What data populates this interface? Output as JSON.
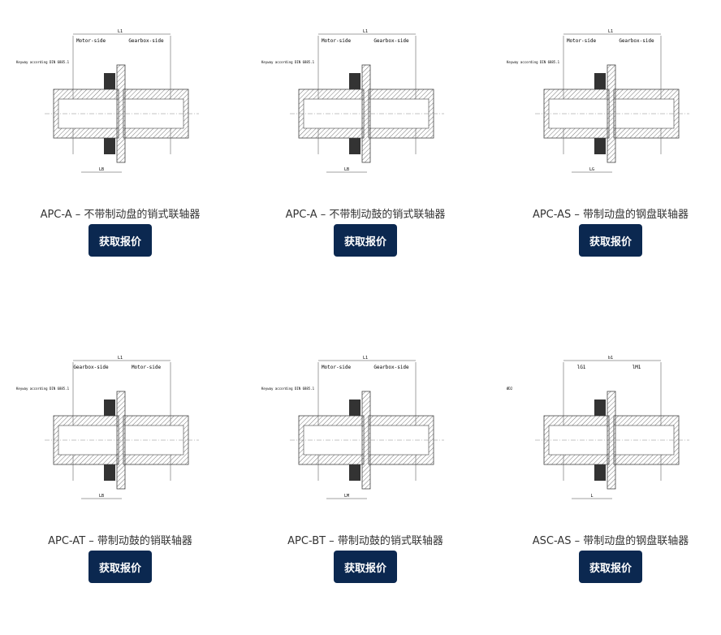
{
  "colors": {
    "button_bg": "#0b2850",
    "button_text": "#ffffff",
    "caption": "#333333"
  },
  "products": [
    {
      "title": "APC-A – 不带制动盘的销式联轴器",
      "button": "获取报价",
      "labels": {
        "left": "Motor-side",
        "right": "Gearbox-side",
        "top": "L1",
        "bottom": "LB",
        "key": "Keyway according DIN 6885.1"
      }
    },
    {
      "title": "APC-A – 不带制动鼓的销式联轴器",
      "button": "获取报价",
      "labels": {
        "left": "Motor-side",
        "right": "Gearbox-side",
        "top": "L1",
        "bottom": "LB",
        "key": "Keyway according DIN 6885.1"
      }
    },
    {
      "title": "APC-AS – 带制动盘的钢盘联轴器",
      "button": "获取报价",
      "labels": {
        "left": "Motor-side",
        "right": "Gearbox-side",
        "top": "L1",
        "bottom": "LG",
        "key": "Keyway according DIN 6885.1"
      }
    },
    {
      "title": "APC-AT – 带制动鼓的销联轴器",
      "button": "获取报价",
      "labels": {
        "left": "Gearbox-side",
        "right": "Motor-side",
        "top": "L1",
        "bottom": "LB",
        "key": "Keyway according DIN 6885.1"
      }
    },
    {
      "title": "APC-BT – 带制动鼓的销式联轴器",
      "button": "获取报价",
      "labels": {
        "left": "Motor-side",
        "right": "Gearbox-side",
        "top": "L1",
        "bottom": "LM",
        "key": "Keyway according DIN 6885.1"
      }
    },
    {
      "title": "ASC-AS – 带制动盘的钢盘联轴器",
      "button": "获取报价",
      "labels": {
        "left": "lG1",
        "right": "lM1",
        "top": "b1",
        "bottom": "L",
        "key": "ØD2"
      }
    }
  ]
}
